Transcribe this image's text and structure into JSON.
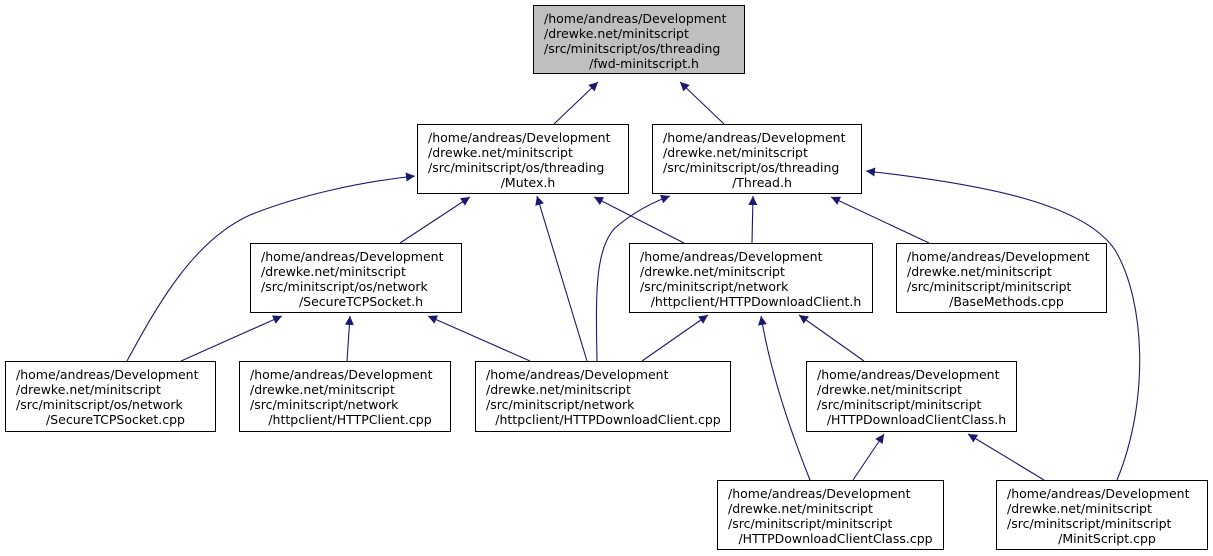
{
  "colors": {
    "edge": "#191970",
    "root_fill": "#bfbfbf",
    "node_fill": "#ffffff",
    "border": "#000000"
  },
  "nodes": {
    "root": {
      "lines": [
        "/home/andreas/Development",
        "/drewke.net/minitscript",
        "/src/minitscript/os/threading",
        "/fwd-minitscript.h"
      ]
    },
    "mutex_h": {
      "lines": [
        "/home/andreas/Development",
        "/drewke.net/minitscript",
        "/src/minitscript/os/threading",
        "/Mutex.h"
      ]
    },
    "thread_h": {
      "lines": [
        "/home/andreas/Development",
        "/drewke.net/minitscript",
        "/src/minitscript/os/threading",
        "/Thread.h"
      ]
    },
    "securetcpsocket_h": {
      "lines": [
        "/home/andreas/Development",
        "/drewke.net/minitscript",
        "/src/minitscript/os/network",
        "/SecureTCPSocket.h"
      ]
    },
    "httpdownloadclient_h": {
      "lines": [
        "/home/andreas/Development",
        "/drewke.net/minitscript",
        "/src/minitscript/network",
        "/httpclient/HTTPDownloadClient.h"
      ]
    },
    "basemethods_cpp": {
      "lines": [
        "/home/andreas/Development",
        "/drewke.net/minitscript",
        "/src/minitscript/minitscript",
        "/BaseMethods.cpp"
      ]
    },
    "securetcpsocket_cpp": {
      "lines": [
        "/home/andreas/Development",
        "/drewke.net/minitscript",
        "/src/minitscript/os/network",
        "/SecureTCPSocket.cpp"
      ]
    },
    "httpclient_cpp": {
      "lines": [
        "/home/andreas/Development",
        "/drewke.net/minitscript",
        "/src/minitscript/network",
        "/httpclient/HTTPClient.cpp"
      ]
    },
    "httpdownloadclient_cpp": {
      "lines": [
        "/home/andreas/Development",
        "/drewke.net/minitscript",
        "/src/minitscript/network",
        "/httpclient/HTTPDownloadClient.cpp"
      ]
    },
    "httpdownloadclientclass_h": {
      "lines": [
        "/home/andreas/Development",
        "/drewke.net/minitscript",
        "/src/minitscript/minitscript",
        "/HTTPDownloadClientClass.h"
      ]
    },
    "httpdownloadclientclass_cpp": {
      "lines": [
        "/home/andreas/Development",
        "/drewke.net/minitscript",
        "/src/minitscript/minitscript",
        "/HTTPDownloadClientClass.cpp"
      ]
    },
    "minitscript_cpp": {
      "lines": [
        "/home/andreas/Development",
        "/drewke.net/minitscript",
        "/src/minitscript/minitscript",
        "/MinitScript.cpp"
      ]
    }
  },
  "edges": [
    {
      "from": "mutex_h",
      "to": "root"
    },
    {
      "from": "thread_h",
      "to": "root"
    },
    {
      "from": "securetcpsocket_h",
      "to": "mutex_h"
    },
    {
      "from": "httpdownloadclient_h",
      "to": "mutex_h"
    },
    {
      "from": "httpdownloadclient_cpp",
      "to": "mutex_h"
    },
    {
      "from": "securetcpsocket_cpp",
      "to": "mutex_h"
    },
    {
      "from": "httpdownloadclient_h",
      "to": "thread_h"
    },
    {
      "from": "basemethods_cpp",
      "to": "thread_h"
    },
    {
      "from": "httpdownloadclient_cpp",
      "to": "thread_h"
    },
    {
      "from": "minitscript_cpp",
      "to": "thread_h"
    },
    {
      "from": "securetcpsocket_cpp",
      "to": "securetcpsocket_h"
    },
    {
      "from": "httpclient_cpp",
      "to": "securetcpsocket_h"
    },
    {
      "from": "httpdownloadclient_cpp",
      "to": "securetcpsocket_h"
    },
    {
      "from": "httpdownloadclient_cpp",
      "to": "httpdownloadclient_h"
    },
    {
      "from": "httpdownloadclientclass_h",
      "to": "httpdownloadclient_h"
    },
    {
      "from": "httpdownloadclientclass_cpp",
      "to": "httpdownloadclient_h"
    },
    {
      "from": "httpdownloadclientclass_cpp",
      "to": "httpdownloadclientclass_h"
    },
    {
      "from": "minitscript_cpp",
      "to": "httpdownloadclientclass_h"
    }
  ]
}
